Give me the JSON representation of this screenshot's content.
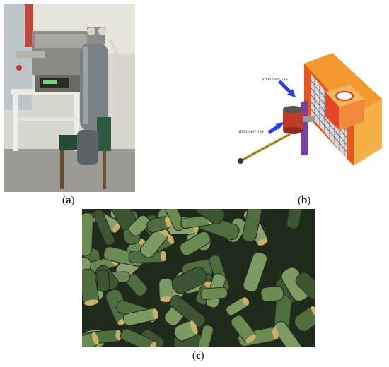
{
  "panels": [
    {
      "id": "a",
      "caption_letter": "a",
      "depicts": "pyrolysis-furnace-with-gas-cylinder-photo"
    },
    {
      "id": "b",
      "caption_letter": "b",
      "depicts": "reactor-schematic"
    },
    {
      "id": "c",
      "caption_letter": "c",
      "depicts": "biomass-pellets-photo"
    }
  ],
  "schematic": {
    "label_top": "NITROGEN GAS",
    "label_left": "NITROGEN GAS",
    "colors": {
      "outer_shell": "#e8581c",
      "inner_orange": "#f39a2e",
      "reactor_red": "#e2452a",
      "purple_wall": "#7a3ea8",
      "blue_arrow": "#2a3ee0",
      "grid": "#3a3a3a"
    }
  },
  "colors": {
    "pellet_green": "#6a8a52",
    "pellet_dark": "#1e2a1a",
    "pellet_tan": "#c9b06a"
  }
}
